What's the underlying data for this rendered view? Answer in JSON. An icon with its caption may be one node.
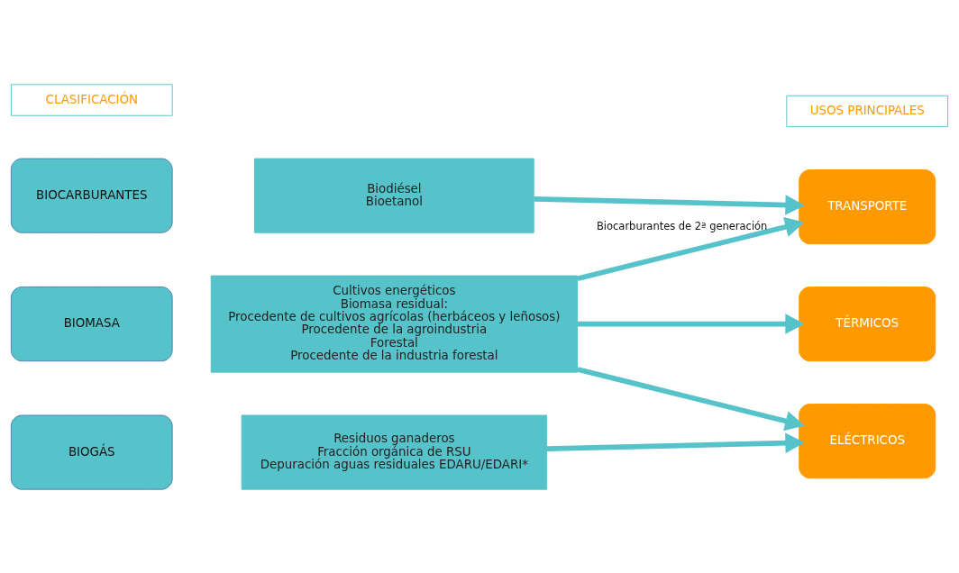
{
  "diagram": {
    "nodes": [
      {
        "text": [
          "CLASIFICACIÓN"
        ]
      },
      {
        "text": [
          "USOS PRINCIPALES"
        ]
      },
      {
        "text": [
          "BIOCARBURANTES"
        ]
      },
      {
        "text": [
          "Biodiésel",
          "Bioetanol"
        ]
      },
      {
        "text": [
          "TRANSPORTE"
        ]
      },
      {
        "text": [
          "BIOMASA"
        ]
      },
      {
        "text": [
          "Cultivos energéticos",
          "Biomasa residual:",
          "Procedente de cultivos agrícolas (herbáceos y leñosos)",
          "Procedente de la agroindustria",
          "Forestal",
          "Procedente de la industria forestal"
        ]
      },
      {
        "text": [
          "TÉRMICOS"
        ]
      },
      {
        "text": [
          "BIOGÁS"
        ]
      },
      {
        "text": [
          "Residuos ganaderos",
          "Fracción orgánica de RSU",
          "Depuración aguas residuales EDARU/EDARI*"
        ]
      },
      {
        "text": [
          "ELÉCTRICOS"
        ]
      }
    ],
    "edges": [
      {
        "from": 3,
        "to": 4,
        "arrow": "to"
      },
      {
        "from": 6,
        "to": 4,
        "arrow": "to",
        "label": "Biocarburantes de 2ª generación"
      },
      {
        "from": 6,
        "to": 7,
        "arrow": "to"
      },
      {
        "from": 6,
        "to": 10,
        "arrow": "to"
      },
      {
        "from": 9,
        "to": 10,
        "arrow": "to"
      }
    ]
  }
}
